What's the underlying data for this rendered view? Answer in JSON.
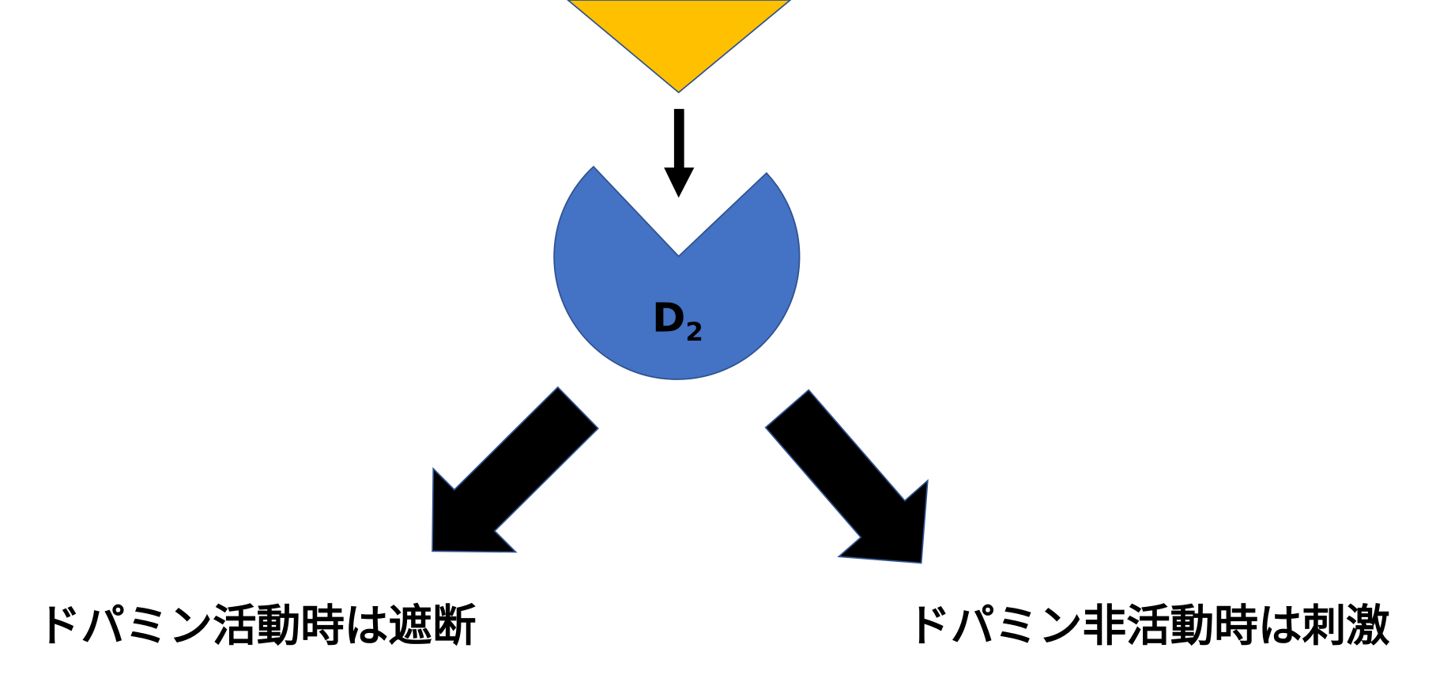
{
  "receptor": {
    "label": "D",
    "subscript": "2"
  },
  "outcomes": {
    "left": "ドパミン活動時は遮断",
    "right": "ドパミン非活動時は刺激"
  },
  "colors": {
    "ligand": "#FFC000",
    "receptor": "#4472C4",
    "outline": "#2F528F",
    "arrow": "#000000"
  }
}
